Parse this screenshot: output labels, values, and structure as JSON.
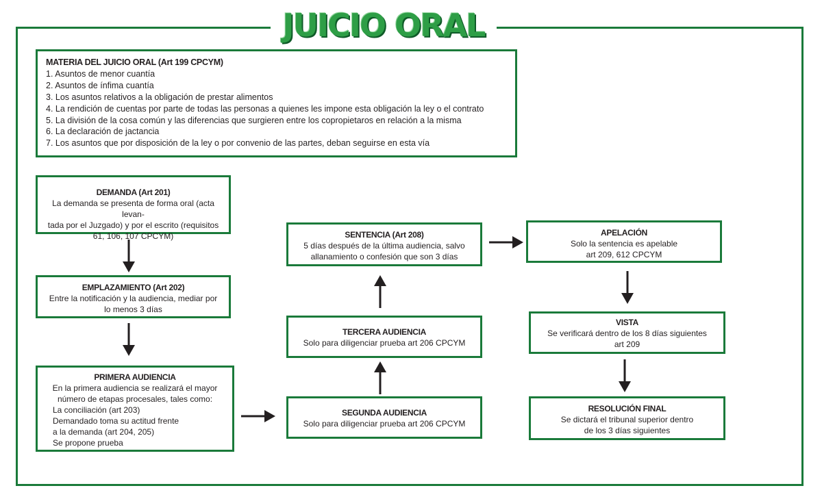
{
  "title": "JUICIO ORAL",
  "materia": {
    "heading": "MATERIA DEL JUICIO ORAL (Art 199 CPCYM)",
    "items": [
      "1. Asuntos de menor cuantía",
      "2. Asuntos de ínfima cuantía",
      "3. Los asuntos relativos a la obligación de prestar alimentos",
      "4. La rendición de cuentas por parte de todas las personas a quienes les impone esta obligación la ley o el contrato",
      "5. La división de la cosa común y las diferencias que surgieren entre los copropietaros en relación a la misma",
      "6. La declaración de jactancia",
      "7. Los asuntos que por disposición de la ley o por convenio de las partes, deban seguirse en esta vía"
    ]
  },
  "demanda": {
    "heading": "DEMANDA (Art 201)",
    "lines": [
      "La demanda se presenta de forma oral (acta levan-",
      "tada por el Juzgado) y por el escrito (requisitos",
      "61, 106, 107 CPCYM)"
    ]
  },
  "emplazamiento": {
    "heading": "EMPLAZAMIENTO (Art 202)",
    "lines": [
      "Entre la notificación y la audiencia, mediar por",
      "lo menos 3 días"
    ]
  },
  "primera": {
    "heading": "PRIMERA AUDIENCIA",
    "lines": [
      "En la primera audiencia se realizará el mayor",
      "número de etapas procesales, tales como:"
    ],
    "items": [
      "La conciliación (art 203)",
      "Demandado toma su actitud frente",
      "a la demanda (art 204, 205)",
      "Se propone prueba"
    ]
  },
  "segunda": {
    "heading": "SEGUNDA AUDIENCIA",
    "lines": [
      "Solo para diligenciar prueba art 206 CPCYM"
    ]
  },
  "tercera": {
    "heading": "TERCERA AUDIENCIA",
    "lines": [
      "Solo para diligenciar prueba art 206 CPCYM"
    ]
  },
  "sentencia": {
    "heading": "SENTENCIA (Art 208)",
    "lines": [
      "5 días después de la última audiencia, salvo",
      "allanamiento o confesión que son 3 días"
    ]
  },
  "apelacion": {
    "heading": "APELACIÓN",
    "lines": [
      "Solo la sentencia es apelable",
      "art 209, 612 CPCYM"
    ]
  },
  "vista": {
    "heading": "VISTA",
    "lines": [
      "Se verificará dentro de los 8 días siguientes",
      "art 209"
    ]
  },
  "resolucion": {
    "heading": "RESOLUCIÓN FINAL",
    "lines": [
      "Se dictará el tribunal superior dentro",
      "de los 3 días siguientes"
    ]
  },
  "colors": {
    "border": "#1a7a3a",
    "title": "#2e9e46",
    "arrow": "#231f20"
  }
}
